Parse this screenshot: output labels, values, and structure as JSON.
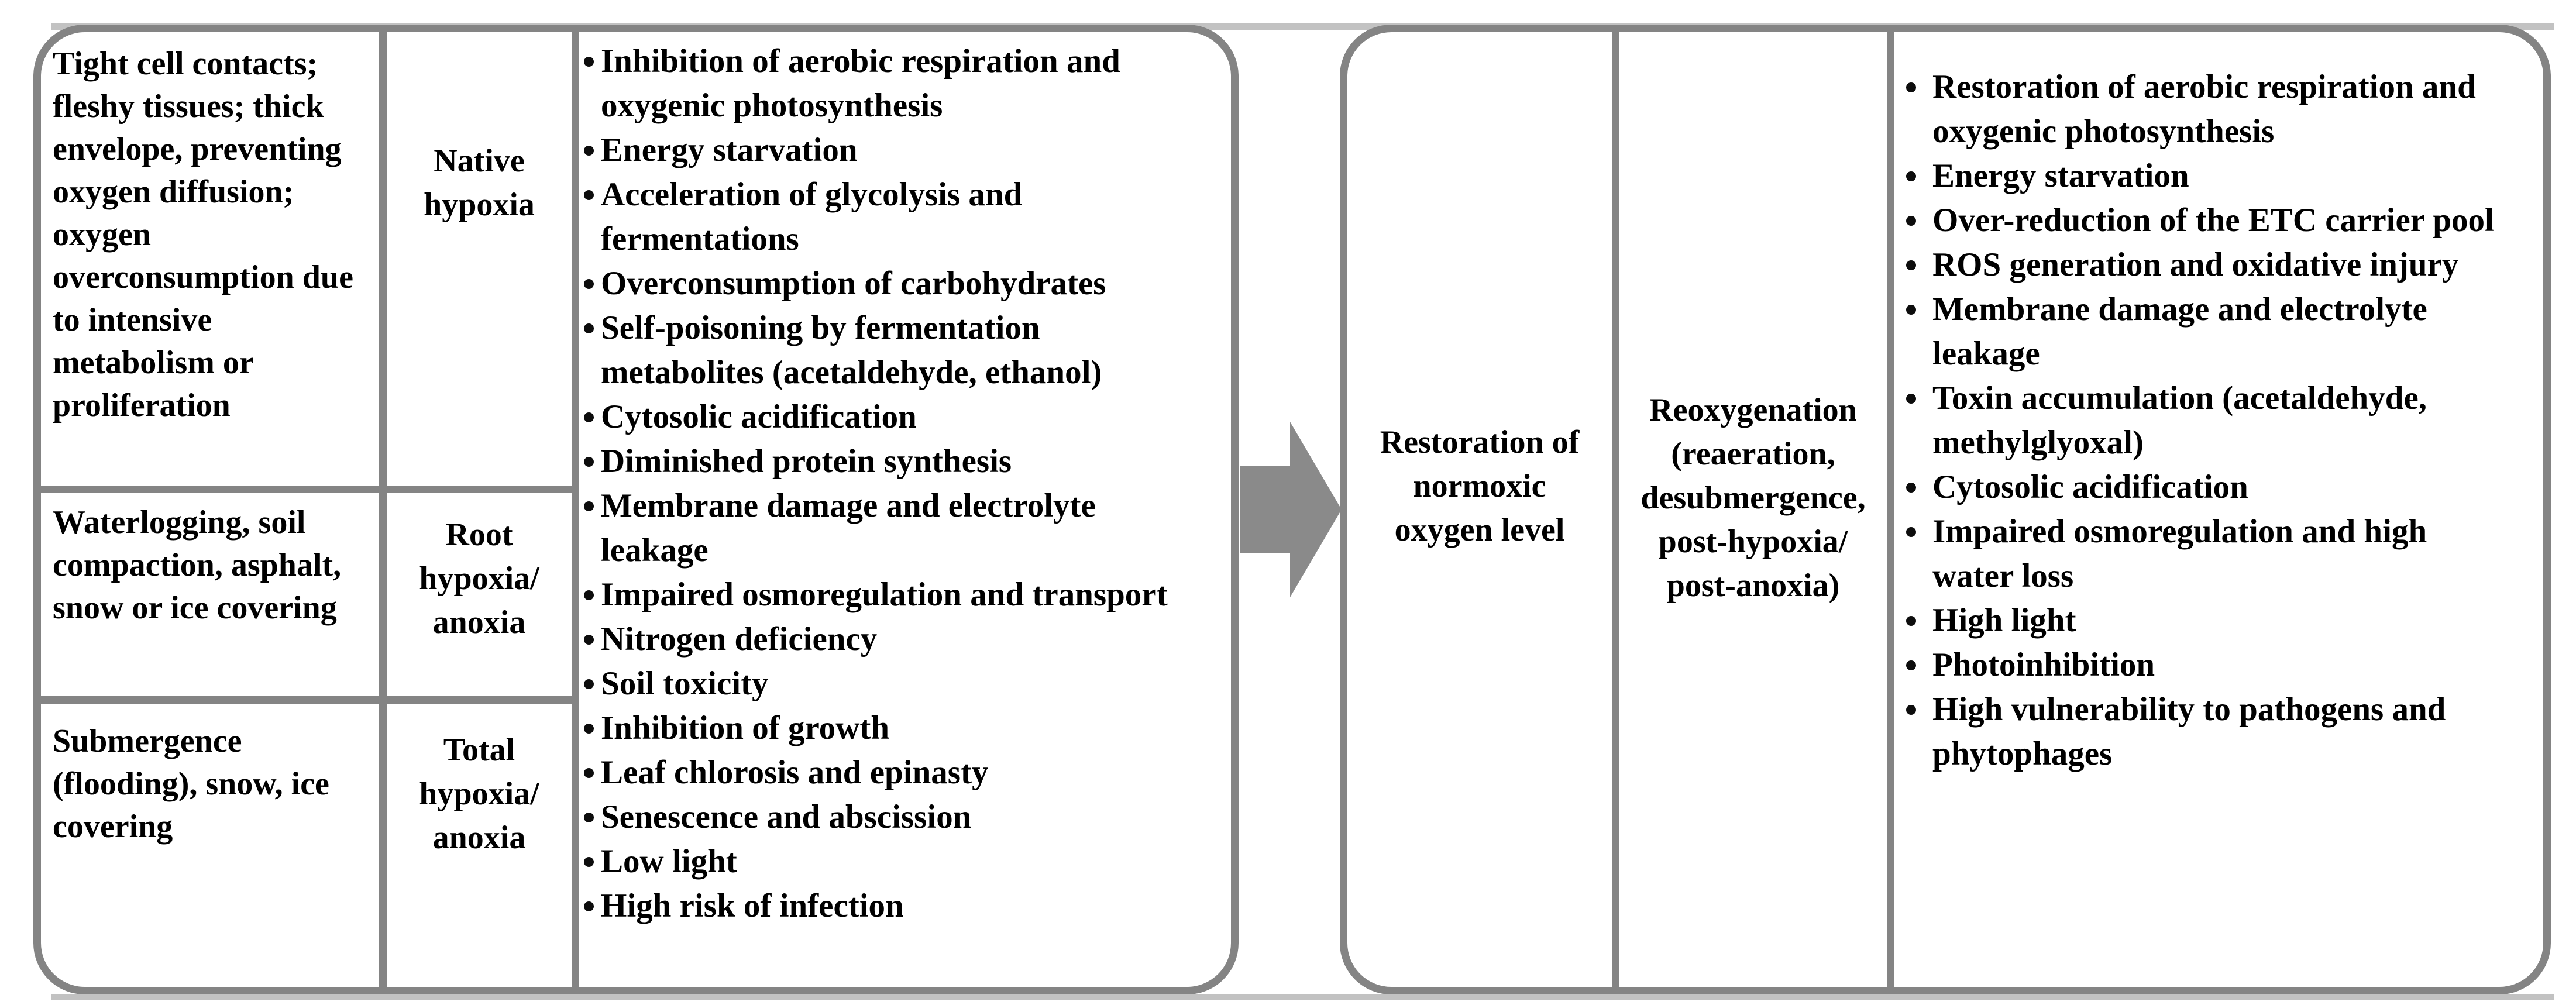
{
  "colors": {
    "box_border": "#848484",
    "arrow": "#8a8a8a",
    "rule_line": "#c2c2c2",
    "text": "#000000",
    "background": "#ffffff"
  },
  "left_box": {
    "rows": [
      {
        "condition": "Tight cell contacts; fleshy tissues; thick envelope, preventing oxygen diffusion; oxygen overconsumption due to intensive metabolism or proliferation",
        "type": "Native hypoxia"
      },
      {
        "condition": "Waterlogging, soil compaction, asphalt, snow or ice covering",
        "type": "Root hypoxia/ anoxia"
      },
      {
        "condition": "Submergence (flooding), snow, ice covering",
        "type": "Total hypoxia/ anoxia"
      }
    ],
    "effects": [
      "Inhibition of aerobic respiration and oxygenic photosynthesis",
      "Energy starvation",
      "Acceleration of glycolysis and fermentations",
      "Overconsumption of carbohydrates",
      "Self-poisoning by fermentation metabolites (acetaldehyde, ethanol)",
      "Cytosolic acidification",
      "Diminished protein synthesis",
      "Membrane damage and electrolyte leakage",
      "Impaired osmoregulation and transport",
      "Nitrogen deficiency",
      "Soil toxicity",
      "Inhibition of growth",
      "Leaf chlorosis and epinasty",
      "Senescence and abscission",
      "Low light",
      "High risk of infection"
    ]
  },
  "arrow": {
    "icon": "right-arrow",
    "direction": "right"
  },
  "right_box": {
    "restoration": "Restoration of normoxic oxygen level",
    "reoxygenation": "Reoxygenation (reaeration, desubmergence, post-hypoxia/ post-anoxia)",
    "effects": [
      "Restoration of aerobic respiration and oxygenic photosynthesis",
      "Energy starvation",
      "Over-reduction of the ETC carrier pool",
      "ROS generation and oxidative injury",
      "Membrane damage and electrolyte leakage",
      "Toxin accumulation (acetaldehyde, methylglyoxal)",
      "Cytosolic acidification",
      "Impaired osmoregulation and high water loss",
      "High light",
      "Photoinhibition",
      "High vulnerability to pathogens and phytophages"
    ]
  }
}
